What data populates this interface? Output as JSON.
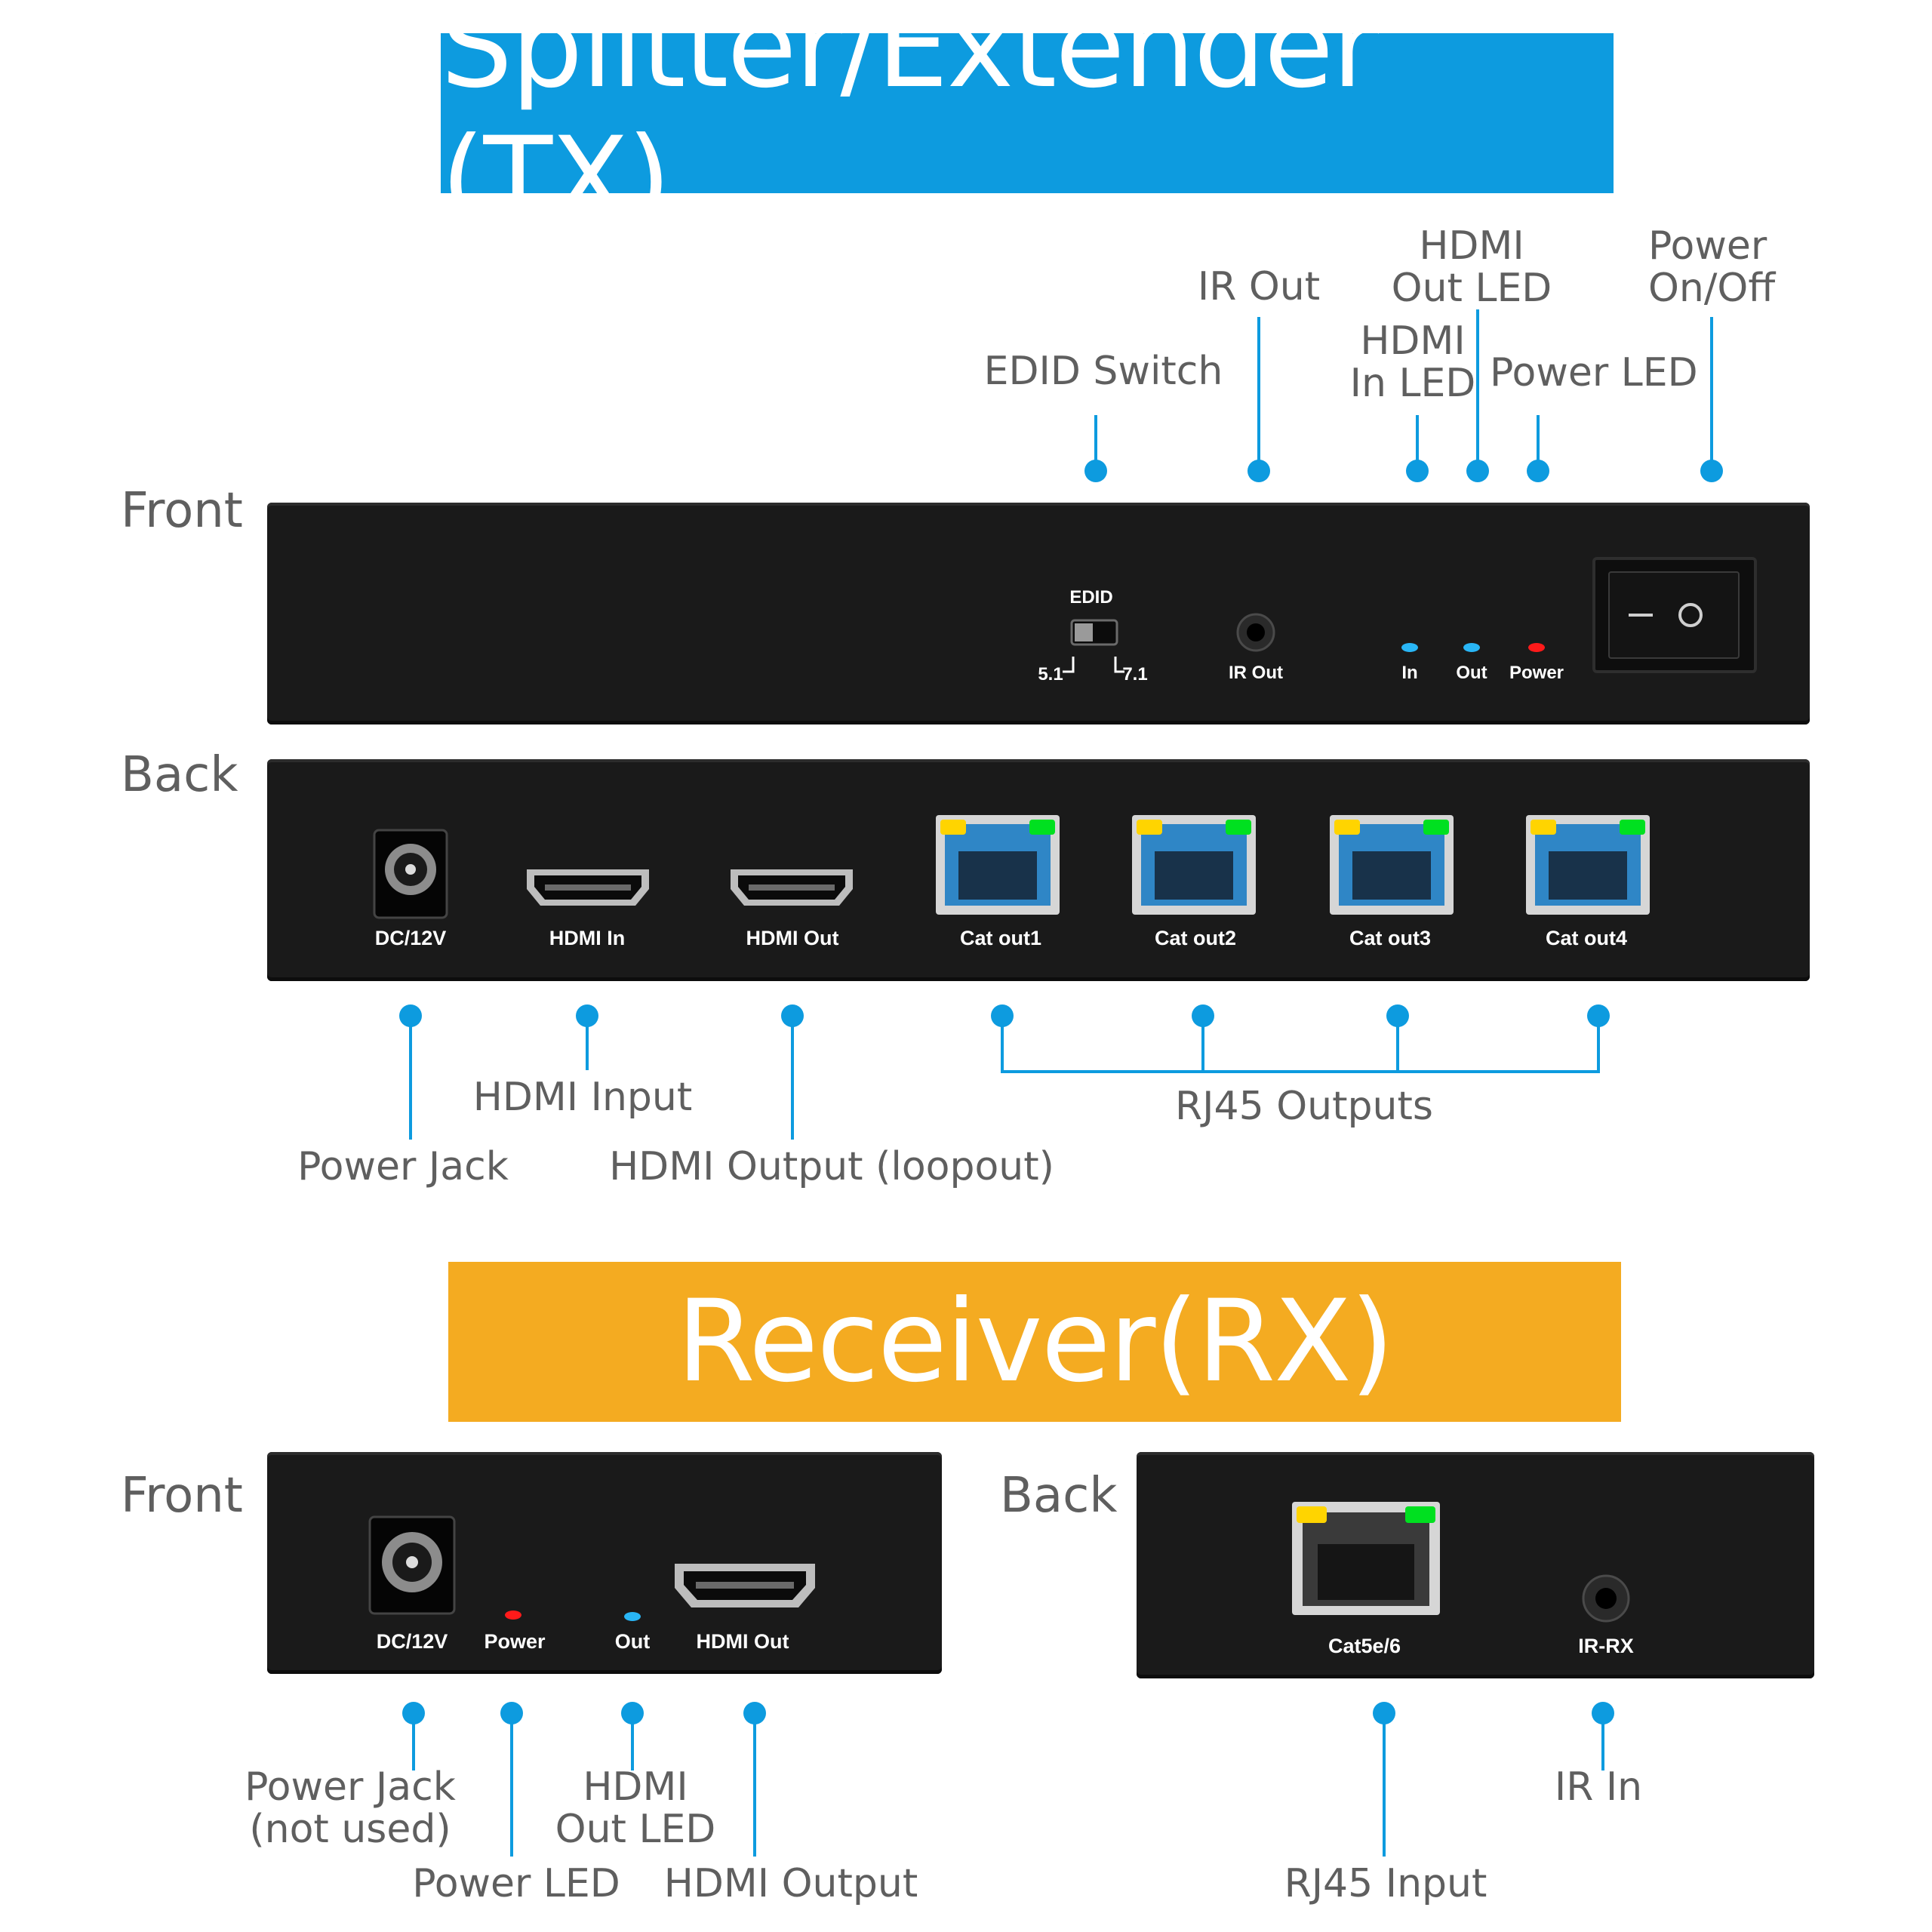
{
  "titles": {
    "tx": "Splitter/Extender (TX)",
    "rx": "Receiver(RX)"
  },
  "sections": {
    "tx_front": "Front",
    "tx_back": "Back",
    "rx_front": "Front",
    "rx_back": "Back"
  },
  "tx_front_callouts": {
    "edid_switch": "EDID Switch",
    "ir_out": "IR Out",
    "hdmi_out_led": [
      "HDMI",
      "Out LED"
    ],
    "hdmi_in_led": [
      "HDMI",
      "In LED"
    ],
    "power_led": "Power LED",
    "power_onoff": [
      "Power",
      "On/Off"
    ]
  },
  "tx_front_panel": {
    "edid": "EDID",
    "edid_51": "5.1",
    "edid_71": "7.1",
    "ir_out": "IR Out",
    "led_in": "In",
    "led_out": "Out",
    "led_power": "Power",
    "switch_off": "—",
    "switch_on": "O"
  },
  "tx_back_panel": {
    "dc": "DC/12V",
    "hdmi_in": "HDMI In",
    "hdmi_out": "HDMI Out",
    "cat": [
      "Cat out1",
      "Cat out2",
      "Cat out3",
      "Cat out4"
    ]
  },
  "tx_back_callouts": {
    "power_jack": "Power Jack",
    "hdmi_input": "HDMI Input",
    "hdmi_output_loop": "HDMI Output (loopout)",
    "rj45_outputs": "RJ45 Outputs"
  },
  "rx_front_panel": {
    "dc": "DC/12V",
    "power": "Power",
    "out": "Out",
    "hdmi_out": "HDMI Out"
  },
  "rx_back_panel": {
    "cat": "Cat5e/6",
    "ir": "IR-RX"
  },
  "rx_front_callouts": {
    "power_jack": [
      "Power Jack",
      "(not used)"
    ],
    "power_led": "Power LED",
    "hdmi_out_led": [
      "HDMI",
      "Out LED"
    ],
    "hdmi_output": "HDMI Output"
  },
  "rx_back_callouts": {
    "ir_in": "IR In",
    "rj45_input": "RJ45 Input"
  },
  "colors": {
    "accent_blue": "#0d9bdf",
    "accent_orange": "#f4ab21",
    "panel": "#1a1a1a",
    "led_blue": "#29b6f6",
    "led_red": "#ff1a1a",
    "port_yellow": "#ffd400",
    "port_green": "#00e020"
  }
}
